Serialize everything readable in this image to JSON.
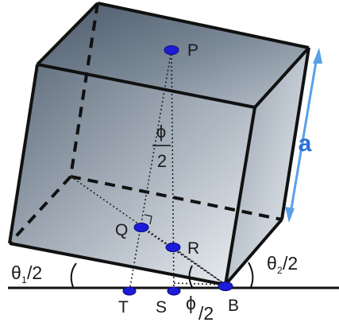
{
  "labels": {
    "P": "P",
    "Q": "Q",
    "R": "R",
    "S": "S",
    "T": "T",
    "B": "B",
    "a": "a",
    "phi": "ϕ",
    "two": "2",
    "phi_half_sym": "ϕ",
    "phi_half_den": "/2",
    "theta1_half_sym": "θ",
    "theta1_half_sub": "1",
    "theta1_half_den": "/2",
    "theta2_half_sym": "θ",
    "theta2_half_sub": "2",
    "theta2_half_den": "/2"
  },
  "colors": {
    "point": "#1c1cd6",
    "dimension_arrow": "#5aa0e8",
    "edge": "#111111"
  }
}
